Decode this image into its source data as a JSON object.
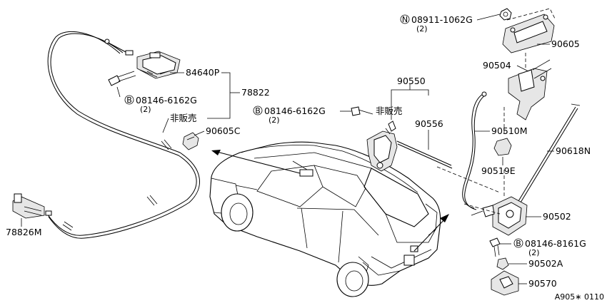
{
  "labels": {
    "nut_symbol": "N",
    "nut_part": "08911-1062G",
    "nut_qty": "(2)",
    "p90605": "90605",
    "p90504": "90504",
    "p90510m": "90510M",
    "p90519e": "90519E",
    "p90618n": "90618N",
    "p90502": "90502",
    "bolt3_symbol": "B",
    "bolt3_part": "08146-8161G",
    "bolt3_qty": "(2)",
    "p90502a": "90502A",
    "p90570": "90570",
    "p90550": "90550",
    "p90556": "90556",
    "hiseihan_right": "非販売",
    "bolt2_symbol": "B",
    "bolt2_part": "08146-6162G",
    "bolt2_qty": "(2)",
    "p84640p": "84640P",
    "p78822": "78822",
    "bolt1_symbol": "B",
    "bolt1_part": "08146-6162G",
    "bolt1_qty": "(2)",
    "hiseihan_left": "非販売",
    "p90605c": "90605C",
    "p78826m": "78826M",
    "diagram_code": "A905∗ 0110"
  }
}
